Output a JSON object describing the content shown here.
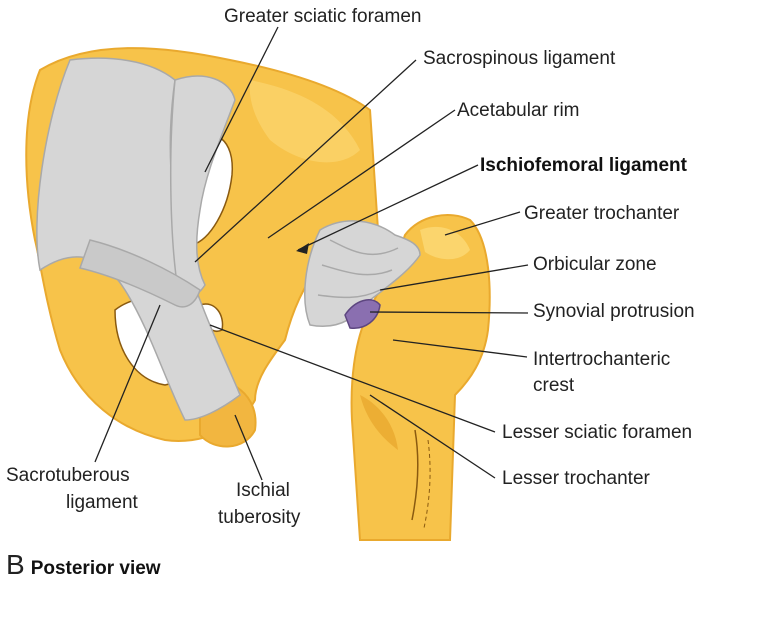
{
  "labels": {
    "greater_sciatic_foramen": "Greater sciatic foramen",
    "sacrospinous_ligament": "Sacrospinous ligament",
    "acetabular_rim": "Acetabular rim",
    "ischiofemoral_ligament": "Ischiofemoral ligament",
    "greater_trochanter": "Greater trochanter",
    "orbicular_zone": "Orbicular zone",
    "synovial_protrusion": "Synovial protrusion",
    "intertrochanteric_crest_line1": "Intertrochanteric",
    "intertrochanteric_crest_line2": "crest",
    "lesser_sciatic_foramen": "Lesser sciatic foramen",
    "lesser_trochanter": "Lesser trochanter",
    "sacrotuberous_ligament_line1": "Sacrotuberous",
    "sacrotuberous_ligament_line2": "ligament",
    "ischial_tuberosity_line1": "Ischial",
    "ischial_tuberosity_line2": "tuberosity"
  },
  "caption": {
    "letter": "B",
    "text": "Posterior view"
  },
  "colors": {
    "bone": "#f7c34a",
    "bone_light": "#fbd976",
    "bone_shadow": "#e9a92e",
    "ligament": "#d6d6d6",
    "ligament_shadow": "#a9a9a9",
    "synovial": "#8a6fb0",
    "leader_line": "#222222"
  }
}
